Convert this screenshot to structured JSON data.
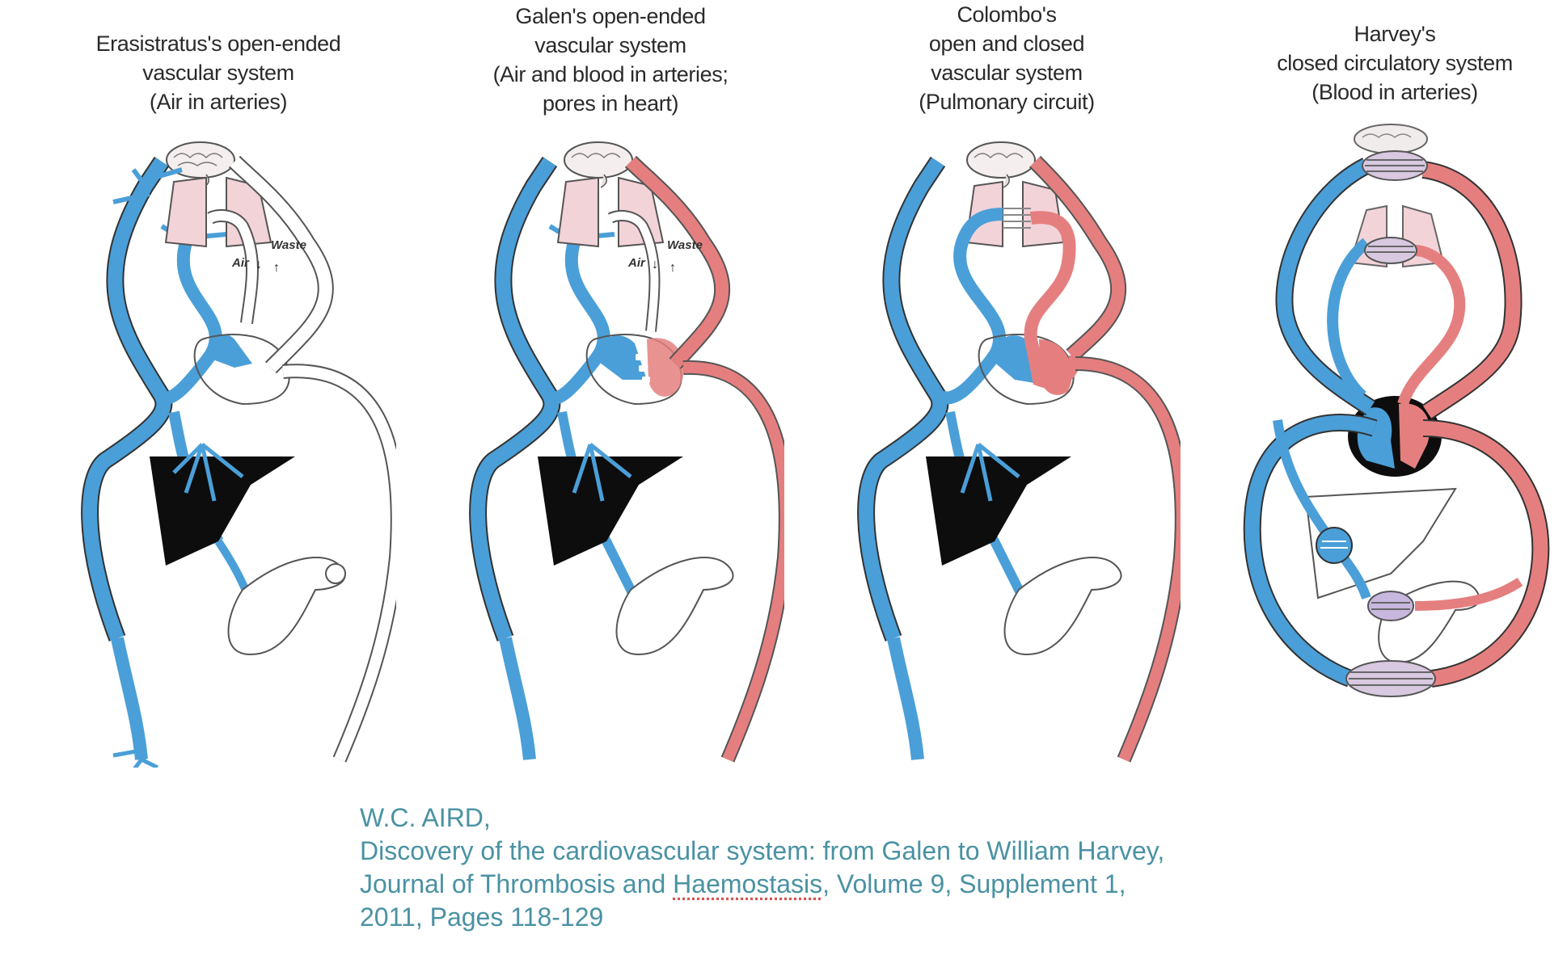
{
  "figure": {
    "panels": [
      {
        "id": "erasistratus",
        "title_lines": [
          "Erasistratus's open-ended",
          "vascular system",
          "(Air in arteries)"
        ],
        "labels": {
          "air": "Air",
          "waste": "Waste"
        },
        "artery_content": "air"
      },
      {
        "id": "galen",
        "title_lines": [
          "Galen's open-ended",
          "vascular system",
          "(Air and blood in arteries;",
          "pores in heart)"
        ],
        "labels": {
          "air": "Air",
          "waste": "Waste"
        },
        "artery_content": "air and blood"
      },
      {
        "id": "colombo",
        "title_lines": [
          "Colombo's",
          "open and closed",
          "vascular system",
          "(Pulmonary circuit)"
        ],
        "artery_content": "blood"
      },
      {
        "id": "harvey",
        "title_lines": [
          "Harvey's",
          "closed circulatory system",
          "(Blood in arteries)"
        ],
        "artery_content": "blood"
      }
    ],
    "colors": {
      "vein": "#4a9fd8",
      "artery": "#e57f7f",
      "lung": "#f2d3d8",
      "liver": "#0d0d0d",
      "outline": "#333333"
    }
  },
  "caption": {
    "author": "W.C. AIRD,",
    "title": "Discovery of the cardiovascular system: from Galen to William Harvey,",
    "journal_prefix": "Journal of Thrombosis and ",
    "journal_flagged_word": "Haemostasis",
    "journal_suffix": ", Volume 9, Supplement 1,",
    "year_pages": "2011, Pages 118-129",
    "color": "#4a92a3"
  }
}
